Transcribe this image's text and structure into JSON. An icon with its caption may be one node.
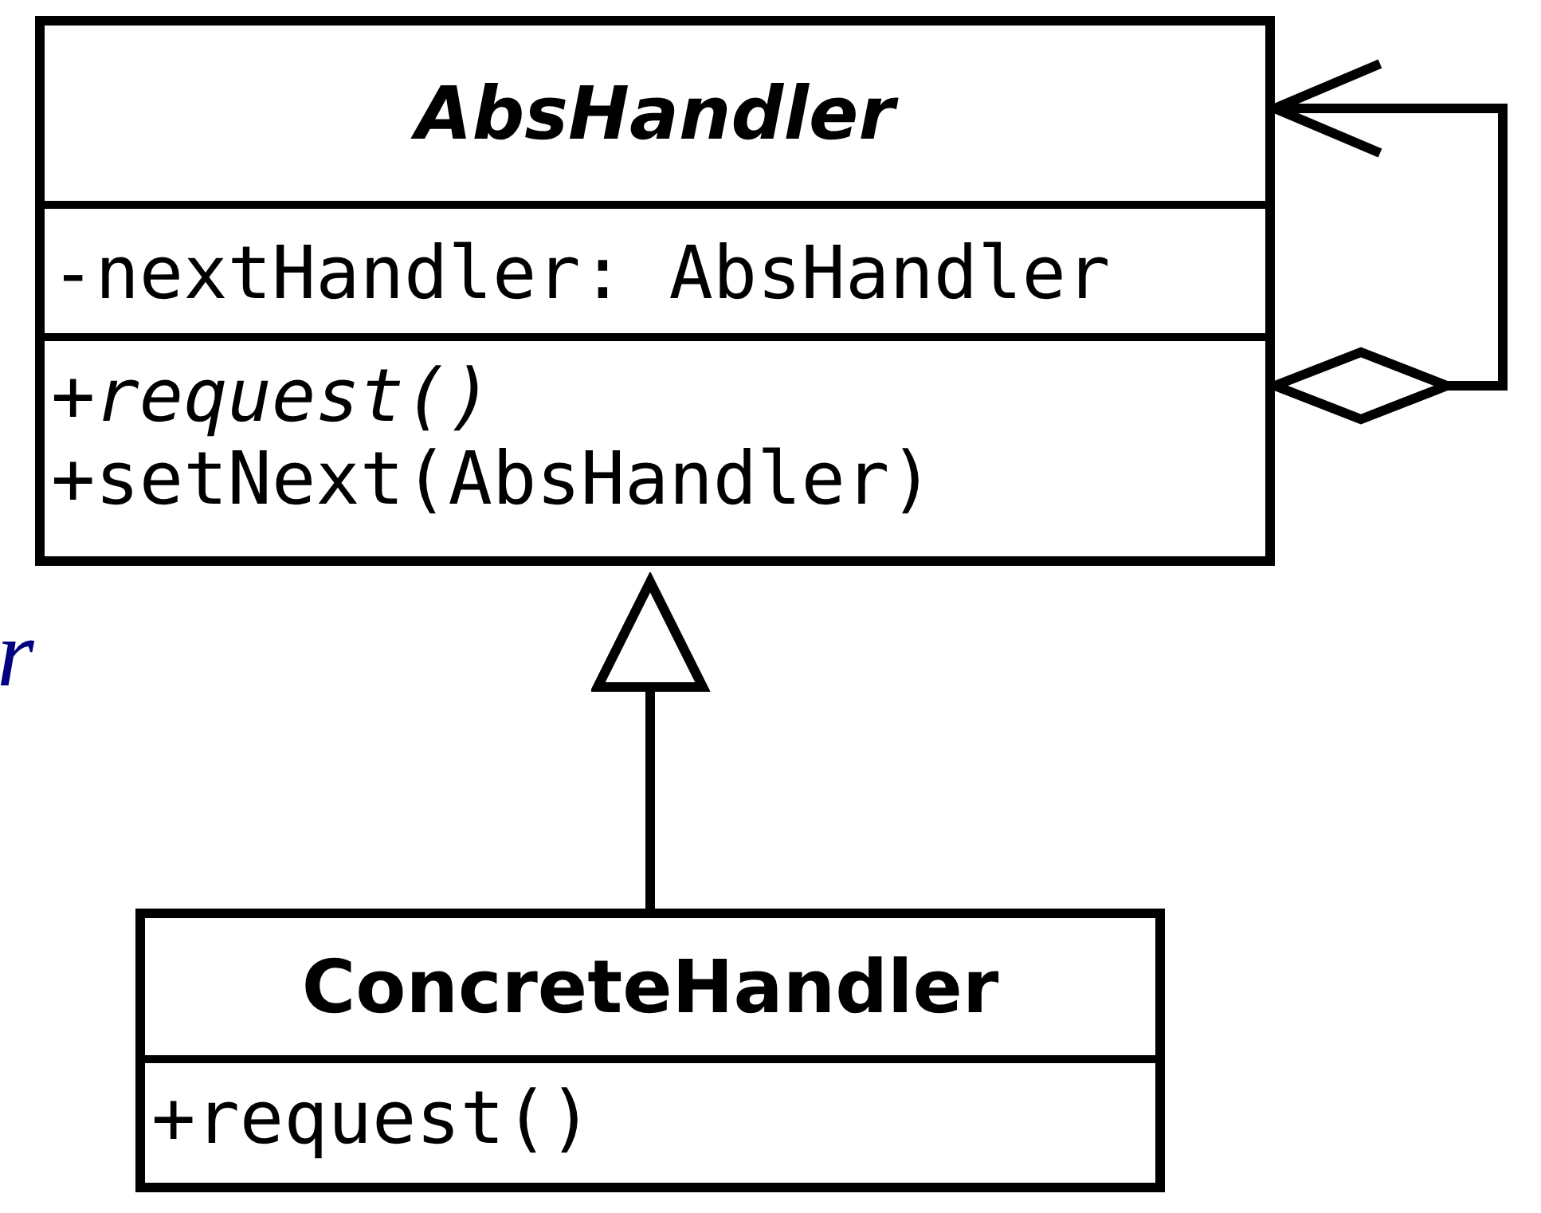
{
  "diagram": {
    "nodes": [
      {
        "text": [
          "AbsHandler",
          "-nextHandler: AbsHandler",
          "+*request()*",
          "+setNext(AbsHandler)"
        ]
      },
      {
        "text": [
          "ConcreteHandler",
          "+request()"
        ]
      }
    ],
    "edges": [
      {
        "from": 1,
        "to": 0,
        "arrow": "to"
      },
      {
        "from": 0,
        "to": 0,
        "arrow": "to"
      }
    ],
    "labels": [
      "r"
    ]
  }
}
